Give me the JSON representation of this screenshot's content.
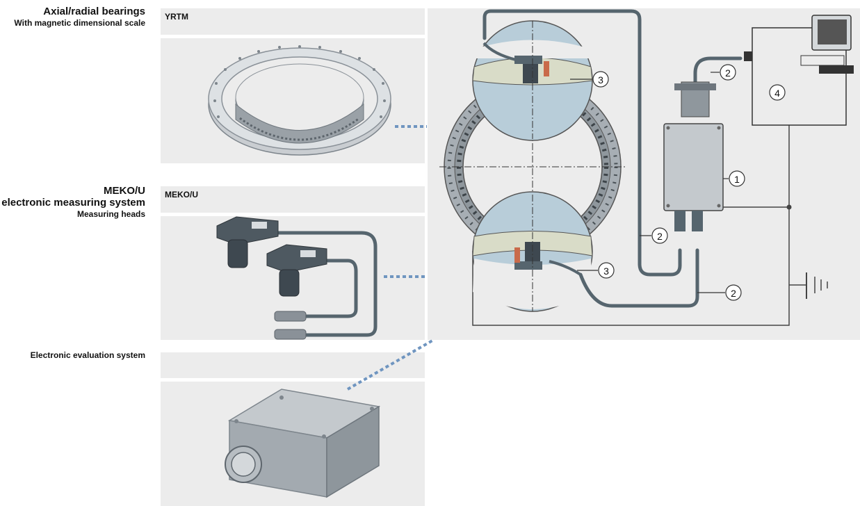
{
  "sections": [
    {
      "title": "Axial/radial bearings",
      "subtitle": "With magnetic dimensional scale",
      "header": "YRTM"
    },
    {
      "title_line1": "MEKO/U",
      "title_line2": "electronic measuring system",
      "subtitle": "Measuring heads",
      "header": "MEKO/U"
    },
    {
      "title": "Electronic evaluation system",
      "header": ""
    }
  ],
  "callouts": {
    "c1": "1",
    "c2a": "2",
    "c2b": "2",
    "c2c": "2",
    "c3a": "3",
    "c3b": "3",
    "c4": "4"
  },
  "colors": {
    "panel_bg": "#ececec",
    "cable": "#56656e",
    "connector_dots": "#6f95c0",
    "bearing": "#a7aeb4",
    "sensor_band": "#d9dcc8",
    "blue_zone": "#b8cdd9"
  }
}
